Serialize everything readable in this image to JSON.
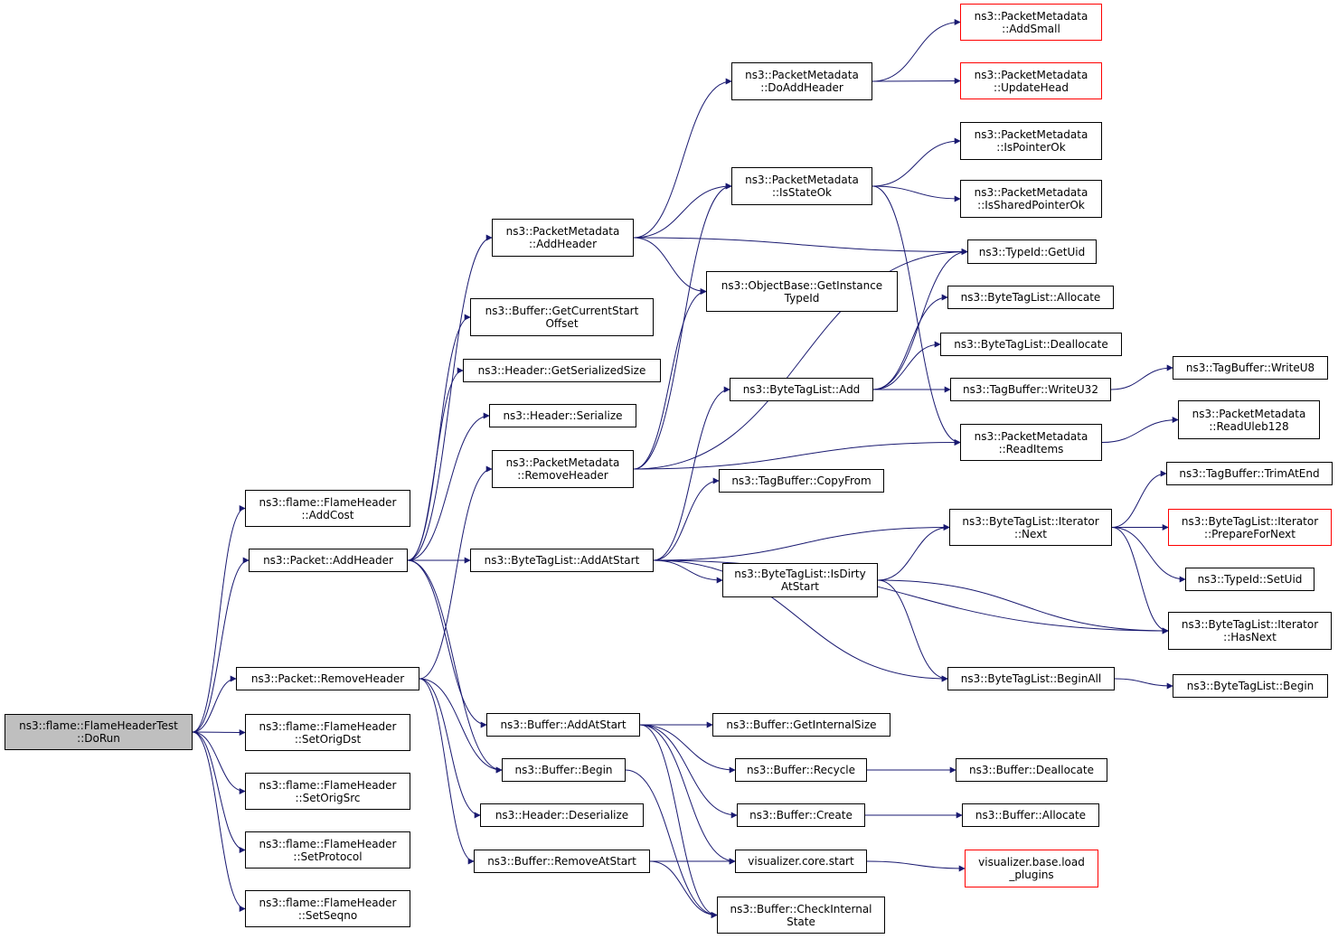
{
  "nodes": [
    {
      "id": "n_dorun",
      "lines": [
        "ns3::flame::FlameHeaderTest",
        "::DoRun"
      ],
      "root": true
    },
    {
      "id": "n_addcost",
      "lines": [
        "ns3::flame::FlameHeader",
        "::AddCost"
      ]
    },
    {
      "id": "n_pkt_addheader",
      "lines": [
        "ns3::Packet::AddHeader"
      ]
    },
    {
      "id": "n_pkt_removeheader",
      "lines": [
        "ns3::Packet::RemoveHeader"
      ]
    },
    {
      "id": "n_setorigdst",
      "lines": [
        "ns3::flame::FlameHeader",
        "::SetOrigDst"
      ]
    },
    {
      "id": "n_setorigsrc",
      "lines": [
        "ns3::flame::FlameHeader",
        "::SetOrigSrc"
      ]
    },
    {
      "id": "n_setprotocol",
      "lines": [
        "ns3::flame::FlameHeader",
        "::SetProtocol"
      ]
    },
    {
      "id": "n_setseqno",
      "lines": [
        "ns3::flame::FlameHeader",
        "::SetSeqno"
      ]
    },
    {
      "id": "n_pm_addheader",
      "lines": [
        "ns3::PacketMetadata",
        "::AddHeader"
      ]
    },
    {
      "id": "n_getcurrentstart",
      "lines": [
        "ns3::Buffer::GetCurrentStart",
        "Offset"
      ]
    },
    {
      "id": "n_getserializedsize",
      "lines": [
        "ns3::Header::GetSerializedSize"
      ]
    },
    {
      "id": "n_serialize",
      "lines": [
        "ns3::Header::Serialize"
      ]
    },
    {
      "id": "n_pm_removeheader",
      "lines": [
        "ns3::PacketMetadata",
        "::RemoveHeader"
      ]
    },
    {
      "id": "n_btl_addatstart",
      "lines": [
        "ns3::ByteTagList::AddAtStart"
      ]
    },
    {
      "id": "n_buf_addatstart",
      "lines": [
        "ns3::Buffer::AddAtStart"
      ]
    },
    {
      "id": "n_buf_begin",
      "lines": [
        "ns3::Buffer::Begin"
      ]
    },
    {
      "id": "n_deserialize",
      "lines": [
        "ns3::Header::Deserialize"
      ]
    },
    {
      "id": "n_buf_removeatstart",
      "lines": [
        "ns3::Buffer::RemoveAtStart"
      ]
    },
    {
      "id": "n_doaddheader",
      "lines": [
        "ns3::PacketMetadata",
        "::DoAddHeader"
      ]
    },
    {
      "id": "n_isstateok",
      "lines": [
        "ns3::PacketMetadata",
        "::IsStateOk"
      ]
    },
    {
      "id": "n_getinstancetypeid",
      "lines": [
        "ns3::ObjectBase::GetInstance",
        "TypeId"
      ]
    },
    {
      "id": "n_btl_add",
      "lines": [
        "ns3::ByteTagList::Add"
      ]
    },
    {
      "id": "n_tb_copyfrom",
      "lines": [
        "ns3::TagBuffer::CopyFrom"
      ]
    },
    {
      "id": "n_isdirtyatstart",
      "lines": [
        "ns3::ByteTagList::IsDirty",
        "AtStart"
      ]
    },
    {
      "id": "n_getinternalsize",
      "lines": [
        "ns3::Buffer::GetInternalSize"
      ]
    },
    {
      "id": "n_recycle",
      "lines": [
        "ns3::Buffer::Recycle"
      ]
    },
    {
      "id": "n_create",
      "lines": [
        "ns3::Buffer::Create"
      ]
    },
    {
      "id": "n_viz_start",
      "lines": [
        "visualizer.core.start"
      ]
    },
    {
      "id": "n_checkinternal",
      "lines": [
        "ns3::Buffer::CheckInternal",
        "State"
      ]
    },
    {
      "id": "n_addsmall",
      "lines": [
        "ns3::PacketMetadata",
        "::AddSmall"
      ],
      "red": true
    },
    {
      "id": "n_updatehead",
      "lines": [
        "ns3::PacketMetadata",
        "::UpdateHead"
      ],
      "red": true
    },
    {
      "id": "n_ispointerok",
      "lines": [
        "ns3::PacketMetadata",
        "::IsPointerOk"
      ]
    },
    {
      "id": "n_issharedpointerok",
      "lines": [
        "ns3::PacketMetadata",
        "::IsSharedPointerOk"
      ]
    },
    {
      "id": "n_getuid",
      "lines": [
        "ns3::TypeId::GetUid"
      ]
    },
    {
      "id": "n_btl_allocate",
      "lines": [
        "ns3::ByteTagList::Allocate"
      ]
    },
    {
      "id": "n_btl_deallocate",
      "lines": [
        "ns3::ByteTagList::Deallocate"
      ]
    },
    {
      "id": "n_writeu32",
      "lines": [
        "ns3::TagBuffer::WriteU32"
      ]
    },
    {
      "id": "n_readitems",
      "lines": [
        "ns3::PacketMetadata",
        "::ReadItems"
      ]
    },
    {
      "id": "n_it_next",
      "lines": [
        "ns3::ByteTagList::Iterator",
        "::Next"
      ]
    },
    {
      "id": "n_beginall",
      "lines": [
        "ns3::ByteTagList::BeginAll"
      ]
    },
    {
      "id": "n_buf_deallocate",
      "lines": [
        "ns3::Buffer::Deallocate"
      ]
    },
    {
      "id": "n_buf_allocate",
      "lines": [
        "ns3::Buffer::Allocate"
      ]
    },
    {
      "id": "n_viz_load",
      "lines": [
        "visualizer.base.load",
        "_plugins"
      ],
      "red": true
    },
    {
      "id": "n_writeu8",
      "lines": [
        "ns3::TagBuffer::WriteU8"
      ]
    },
    {
      "id": "n_readuleb",
      "lines": [
        "ns3::PacketMetadata",
        "::ReadUleb128"
      ]
    },
    {
      "id": "n_trimatend",
      "lines": [
        "ns3::TagBuffer::TrimAtEnd"
      ]
    },
    {
      "id": "n_prepfornext",
      "lines": [
        "ns3::ByteTagList::Iterator",
        "::PrepareForNext"
      ],
      "red": true
    },
    {
      "id": "n_setuid",
      "lines": [
        "ns3::TypeId::SetUid"
      ]
    },
    {
      "id": "n_hasnext",
      "lines": [
        "ns3::ByteTagList::Iterator",
        "::HasNext"
      ]
    },
    {
      "id": "n_btl_begin",
      "lines": [
        "ns3::ByteTagList::Begin"
      ]
    }
  ],
  "edges": [
    [
      "n_dorun",
      "n_addcost"
    ],
    [
      "n_dorun",
      "n_pkt_addheader"
    ],
    [
      "n_dorun",
      "n_pkt_removeheader"
    ],
    [
      "n_dorun",
      "n_setorigdst"
    ],
    [
      "n_dorun",
      "n_setorigsrc"
    ],
    [
      "n_dorun",
      "n_setprotocol"
    ],
    [
      "n_dorun",
      "n_setseqno"
    ],
    [
      "n_pkt_addheader",
      "n_pm_addheader"
    ],
    [
      "n_pkt_addheader",
      "n_getcurrentstart"
    ],
    [
      "n_pkt_addheader",
      "n_getserializedsize"
    ],
    [
      "n_pkt_addheader",
      "n_serialize"
    ],
    [
      "n_pkt_addheader",
      "n_btl_addatstart"
    ],
    [
      "n_pkt_addheader",
      "n_buf_addatstart"
    ],
    [
      "n_pkt_addheader",
      "n_buf_begin"
    ],
    [
      "n_pkt_removeheader",
      "n_pm_removeheader"
    ],
    [
      "n_pkt_removeheader",
      "n_buf_begin"
    ],
    [
      "n_pkt_removeheader",
      "n_deserialize"
    ],
    [
      "n_pkt_removeheader",
      "n_buf_removeatstart"
    ],
    [
      "n_pm_addheader",
      "n_doaddheader"
    ],
    [
      "n_pm_addheader",
      "n_isstateok"
    ],
    [
      "n_pm_addheader",
      "n_getuid"
    ],
    [
      "n_pm_addheader",
      "n_getinstancetypeid"
    ],
    [
      "n_doaddheader",
      "n_addsmall"
    ],
    [
      "n_doaddheader",
      "n_updatehead"
    ],
    [
      "n_isstateok",
      "n_ispointerok"
    ],
    [
      "n_isstateok",
      "n_issharedpointerok"
    ],
    [
      "n_isstateok",
      "n_readitems"
    ],
    [
      "n_pm_removeheader",
      "n_isstateok"
    ],
    [
      "n_pm_removeheader",
      "n_getinstancetypeid"
    ],
    [
      "n_pm_removeheader",
      "n_getuid"
    ],
    [
      "n_pm_removeheader",
      "n_readitems"
    ],
    [
      "n_btl_addatstart",
      "n_btl_add"
    ],
    [
      "n_btl_addatstart",
      "n_tb_copyfrom"
    ],
    [
      "n_btl_addatstart",
      "n_it_next"
    ],
    [
      "n_btl_addatstart",
      "n_isdirtyatstart"
    ],
    [
      "n_btl_addatstart",
      "n_hasnext"
    ],
    [
      "n_btl_addatstart",
      "n_beginall"
    ],
    [
      "n_btl_add",
      "n_getuid"
    ],
    [
      "n_btl_add",
      "n_btl_allocate"
    ],
    [
      "n_btl_add",
      "n_btl_deallocate"
    ],
    [
      "n_btl_add",
      "n_writeu32"
    ],
    [
      "n_writeu32",
      "n_writeu8"
    ],
    [
      "n_readitems",
      "n_readuleb"
    ],
    [
      "n_isdirtyatstart",
      "n_it_next"
    ],
    [
      "n_isdirtyatstart",
      "n_hasnext"
    ],
    [
      "n_isdirtyatstart",
      "n_beginall"
    ],
    [
      "n_it_next",
      "n_trimatend"
    ],
    [
      "n_it_next",
      "n_prepfornext"
    ],
    [
      "n_it_next",
      "n_setuid"
    ],
    [
      "n_it_next",
      "n_hasnext"
    ],
    [
      "n_beginall",
      "n_btl_begin"
    ],
    [
      "n_buf_addatstart",
      "n_getinternalsize"
    ],
    [
      "n_buf_addatstart",
      "n_recycle"
    ],
    [
      "n_buf_addatstart",
      "n_create"
    ],
    [
      "n_buf_addatstart",
      "n_viz_start"
    ],
    [
      "n_buf_addatstart",
      "n_checkinternal"
    ],
    [
      "n_buf_begin",
      "n_checkinternal"
    ],
    [
      "n_buf_removeatstart",
      "n_viz_start"
    ],
    [
      "n_buf_removeatstart",
      "n_checkinternal"
    ],
    [
      "n_recycle",
      "n_buf_deallocate"
    ],
    [
      "n_create",
      "n_buf_allocate"
    ],
    [
      "n_viz_start",
      "n_viz_load"
    ]
  ],
  "colors": {
    "edge": "#191970",
    "border": "#000000",
    "red_border": "#ff0000",
    "root_fill": "#bfbfbf"
  }
}
